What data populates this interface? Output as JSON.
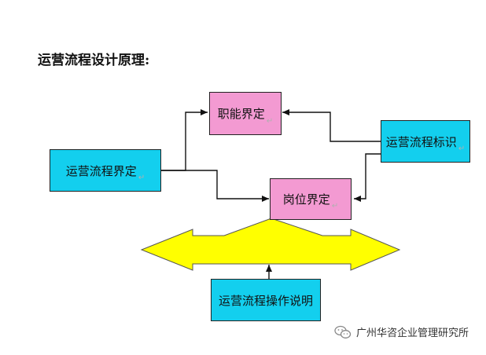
{
  "title": "运营流程设计原理:",
  "nodes": {
    "definition": "运营流程界定",
    "function": "职能界定",
    "position": "岗位界定",
    "identify": "运营流程标识",
    "operation": "运营流程操作说明"
  },
  "footer": {
    "icon": "wechat-icon",
    "text": "广州华咨企业管理研究所"
  },
  "colors": {
    "cyan_box": "#13cfee",
    "pink_box": "#f39ad2",
    "arrow_yellow": "#ffff00"
  }
}
